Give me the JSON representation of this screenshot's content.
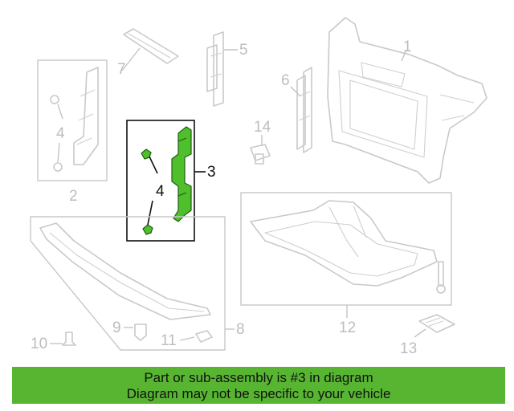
{
  "labels": {
    "p1": "1",
    "p2": "2",
    "p3": "3",
    "p4a": "4",
    "p4b": "4",
    "p5": "5",
    "p6": "6",
    "p7": "7",
    "p8": "8",
    "p9": "9",
    "p10": "10",
    "p11": "11",
    "p12": "12",
    "p13": "13",
    "p14": "14"
  },
  "highlight": {
    "part": "3",
    "color": "#4fbf2c"
  },
  "banner": {
    "line1": "Part or sub-assembly is #3 in diagram",
    "line2": "Diagram may not be specific to your vehicle",
    "color": "#58b532"
  }
}
